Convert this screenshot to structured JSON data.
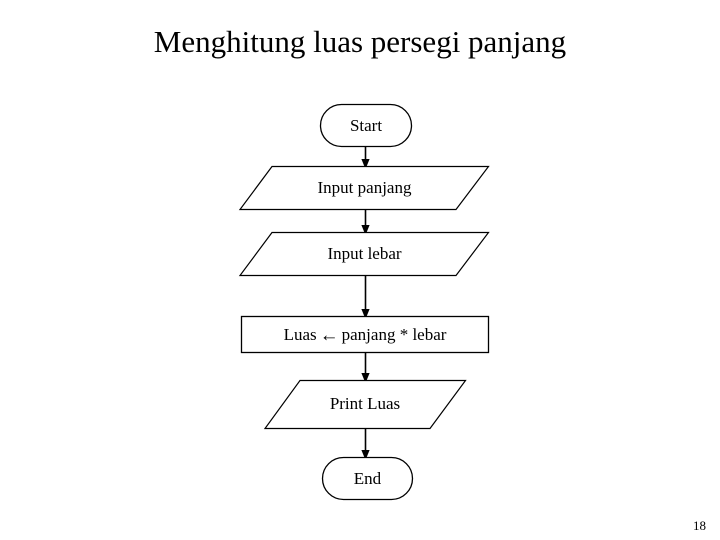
{
  "slide": {
    "title": "Menghitung luas persegi panjang",
    "page_number": "18",
    "background_color": "#ffffff",
    "stroke_color": "#000000",
    "text_color": "#000000"
  },
  "flowchart": {
    "type": "flowchart",
    "orientation": "top-to-bottom",
    "nodes": [
      {
        "id": "start",
        "shape": "terminator",
        "label": "Start"
      },
      {
        "id": "input-panjang",
        "shape": "parallelogram",
        "label": "Input panjang"
      },
      {
        "id": "input-lebar",
        "shape": "parallelogram",
        "label": "Input lebar"
      },
      {
        "id": "process-luas",
        "shape": "rectangle",
        "label_prefix": "Luas",
        "label_operator": "←",
        "label_suffix": "panjang * lebar",
        "label": "Luas ← panjang * lebar"
      },
      {
        "id": "print-luas",
        "shape": "parallelogram",
        "label": "Print Luas"
      },
      {
        "id": "end",
        "shape": "terminator",
        "label": "End"
      }
    ],
    "connectors": [
      {
        "from": "start",
        "to": "input-panjang",
        "arrow": "down"
      },
      {
        "from": "input-panjang",
        "to": "input-lebar",
        "arrow": "down"
      },
      {
        "from": "input-lebar",
        "to": "process-luas",
        "arrow": "down"
      },
      {
        "from": "process-luas",
        "to": "print-luas",
        "arrow": "down"
      },
      {
        "from": "print-luas",
        "to": "end",
        "arrow": "down"
      }
    ]
  }
}
